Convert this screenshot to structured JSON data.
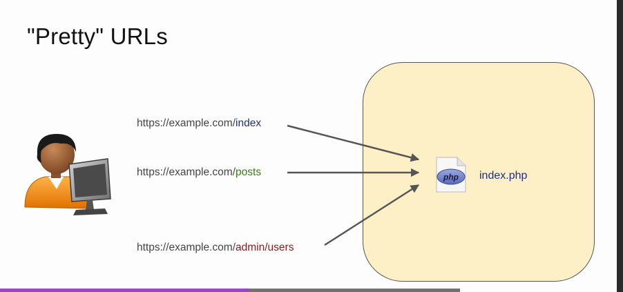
{
  "title": "\"Pretty\" URLs",
  "urls": [
    {
      "base": "https://example.com/",
      "path": "index",
      "path_color": "#1f2d8a"
    },
    {
      "base": "https://example.com/",
      "path": "posts",
      "path_color": "#3a7a1f"
    },
    {
      "base": "https://example.com/",
      "path": "admin/users",
      "path_color": "#8b1a1a"
    }
  ],
  "file": {
    "name": "index.php",
    "icon_text": "php"
  },
  "colors": {
    "server_box": "#fdefc6",
    "arrow": "#555555",
    "progress": "#9b41d6"
  },
  "icons": {
    "user": "user-at-computer-icon",
    "file": "php-file-icon"
  },
  "progress": {
    "fraction": 0.54
  }
}
